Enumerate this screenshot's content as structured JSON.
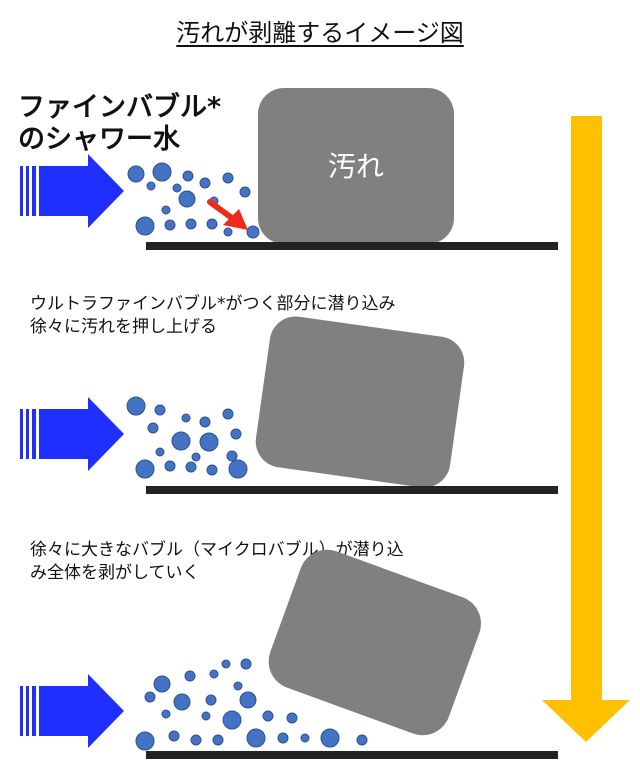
{
  "title": "汚れが剥離するイメージ図",
  "water_label_line1": "ファインバブル*",
  "water_label_line2": "のシャワー水",
  "dirt_label": "汚れ",
  "step2_line1": "ウルトラファインバブル*がつく部分に潜り込み",
  "step2_line2": "徐々に汚れを押し上げる",
  "step3_line1": "徐々に大きなバブル（マイクロバブル）が潜り込",
  "step3_line2": "み全体を剥がしていく",
  "colors": {
    "bubble": "#4472C4",
    "bubble_stroke": "#2F528F",
    "arrow": "#1F2FFF",
    "dirt": "#808080",
    "time_arrow": "#FFC000",
    "red_arrow": "#EE2A1A",
    "floor": "#222222"
  }
}
